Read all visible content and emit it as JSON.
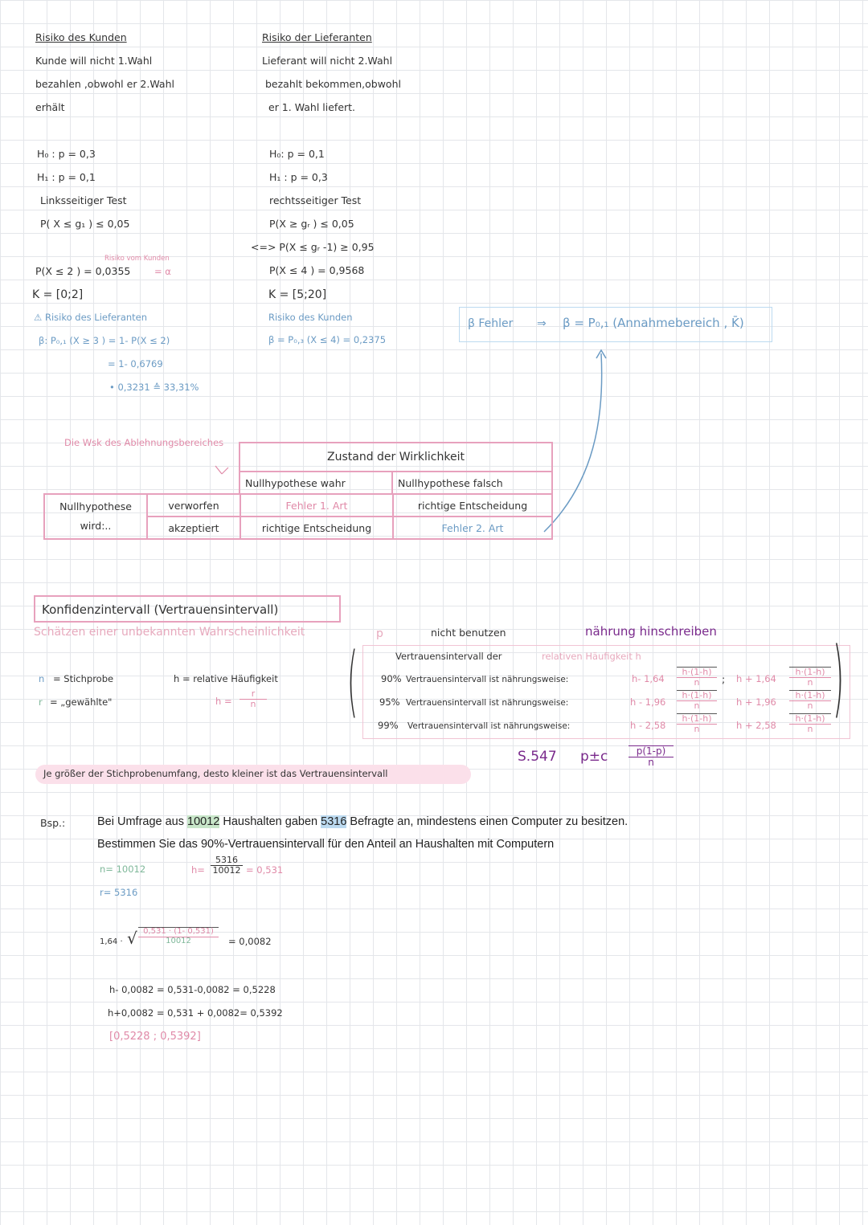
{
  "risk_columns": {
    "kunden": {
      "heading": "Risiko des Kunden",
      "lines": [
        "Kunde will nicht 1.Wahl",
        "bezahlen ,obwohl er 2.Wahl",
        "erhält"
      ],
      "h0": "H₀ : p = 0,3",
      "h1": "H₁ : p = 0,1",
      "test": "Linksseitiger Test",
      "cond": "P( X ≤ g₁ ) ≤ 0,05",
      "note": "Risiko vom Kunden",
      "prob": "P(X ≤ 2 ) = 0,0355",
      "alpha": "= α",
      "K": "K = [0;2]",
      "risk_label": "⚠ Risiko des Lieferanten",
      "beta_lines": [
        "β: P₀,₁ (X ≥ 3 ) = 1- P(X ≤ 2)",
        "= 1- 0,6769",
        "• 0,3231 ≙ 33,31%"
      ]
    },
    "lieferanten": {
      "heading": "Risiko der Lieferanten",
      "lines": [
        "Lieferant will nicht 2.Wahl",
        "bezahlt bekommen,obwohl",
        "er 1. Wahl liefert."
      ],
      "h0": "H₀: p = 0,1",
      "h1": "H₁ : p = 0,3",
      "test": "rechtsseitiger Test",
      "cond": "P(X ≥ gᵣ ) ≤ 0,05",
      "cond2": "<=> P(X ≤ gᵣ -1) ≥ 0,95",
      "prob": "P(X ≤ 4 ) = 0,9568",
      "K": "K = [5;20]",
      "risk_label": "Risiko des Kunden",
      "beta_line": "β = P₀,₃ (X ≤ 4) = 0,2375"
    }
  },
  "beta_box": {
    "left": "β Fehler",
    "arrow": "⇒",
    "right": "β = P₀,₁ (Annahmebereich , K̄)"
  },
  "error_table": {
    "note": "Die Wsk des Ablehnungsbereiches",
    "header": "Zustand der Wirklichkeit",
    "col_true": "Nullhypothese wahr",
    "col_false": "Nullhypothese falsch",
    "row_head_1": "Nullhypothese",
    "row_head_2": "wird:..",
    "row1_label": "verworfen",
    "row1_true": "Fehler 1. Art",
    "row1_false": "richtige Entscheidung",
    "row2_label": "akzeptiert",
    "row2_true": "richtige Entscheidung",
    "row2_false": "Fehler 2. Art"
  },
  "confidence": {
    "title": "Konfidenzintervall (Vertrauensintervall)",
    "subtitle": "Schätzen einer unbekannten Wahrscheinlichkeit",
    "p": "p",
    "nicht_benutzen": "nicht benutzen",
    "naehrung": "nährung hinschreiben",
    "defs": {
      "n": "n",
      "n_desc": "= Stichprobe",
      "r": "r",
      "r_desc": "= „gewählte\"",
      "h_desc": "h = relative Häufigkeit",
      "h_eq": "h =",
      "h_num": "r",
      "h_den": "n"
    },
    "box_title": "Vertrauensintervall der",
    "box_title_2": "relativen Häufigkeit h",
    "rows": [
      {
        "level": "90%",
        "text": "Vertrauensintervall ist nährungsweise:",
        "low": "h- 1,64",
        "sep": ";",
        "high": "h + 1,64"
      },
      {
        "level": "95%",
        "text": "Vertrauensintervall ist nährungsweise:",
        "low": "h - 1,96",
        "sep": "",
        "high": "h + 1,96"
      },
      {
        "level": "99%",
        "text": "Vertrauensintervall ist nährungsweise:",
        "low": "h - 2,58",
        "sep": "",
        "high": "h + 2,58"
      }
    ],
    "frac_num": "h·(1-h)",
    "frac_den": "n",
    "ref": "S.547",
    "formula_p": "p±c",
    "formula_num": "p(1-p)",
    "formula_den": "n",
    "pill": "Je größer der Stichprobenumfang, desto kleiner ist das Vertrauensintervall"
  },
  "example": {
    "label": "Bsp.:",
    "text_1_a": "Bei Umfrage aus ",
    "text_1_n": "10012",
    "text_1_b": " Haushalten gaben ",
    "text_1_r": "5316",
    "text_1_c": " Befragte an, mindestens einen Computer zu besitzen.",
    "text_2": "Bestimmen Sie das 90%-Vertrauensintervall für den Anteil an Haushalten mit Computern",
    "n_line": "n= 10012",
    "r_line": "r= 5316",
    "h_eq": "h=",
    "h_num": "5316",
    "h_den": "10012",
    "h_val": "= 0,531",
    "calc_factor": "1,64 ·",
    "calc_num": "0,531 · (1- 0,531)",
    "calc_den": "10012",
    "calc_result": "= 0,0082",
    "minus_line": "h- 0,0082 = 0,531-0,0082 = 0,5228",
    "plus_line": "h+0,0082 = 0,531 + 0,0082= 0,5392",
    "interval": "[0,5228 ; 0,5392]"
  }
}
